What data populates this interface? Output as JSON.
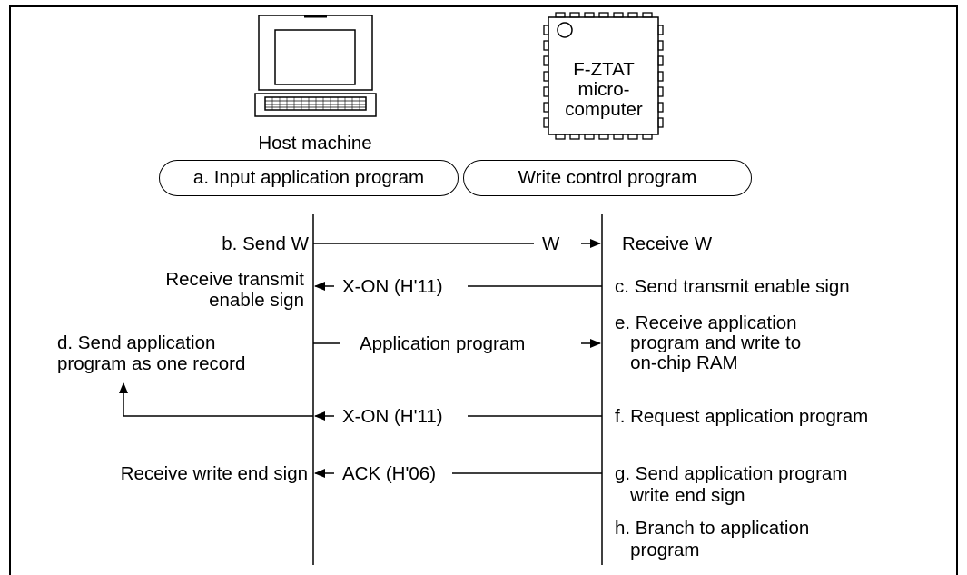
{
  "host": {
    "caption": "Host machine",
    "step_a": "a. Input application program"
  },
  "chip": {
    "label": "F-ZTAT\nmicro-\ncomputer",
    "program": "Write control program"
  },
  "host_steps": {
    "b": "b. Send W",
    "receive_enable": "Receive transmit\nenable sign",
    "d": "d. Send application\nprogram as one record",
    "receive_end": "Receive write end sign"
  },
  "messages": {
    "w": "W",
    "xon1": "X-ON (H'11)",
    "app": "Application program",
    "xon2": "X-ON (H'11)",
    "ack": "ACK (H'06)"
  },
  "chip_steps": {
    "receive_w": "Receive W",
    "c": "c. Send transmit enable sign",
    "e": "e. Receive application\n   program and write to\n   on-chip RAM",
    "f": "f. Request application program",
    "g": "g. Send application program\n   write end sign",
    "h": "h. Branch to application\n   program"
  }
}
